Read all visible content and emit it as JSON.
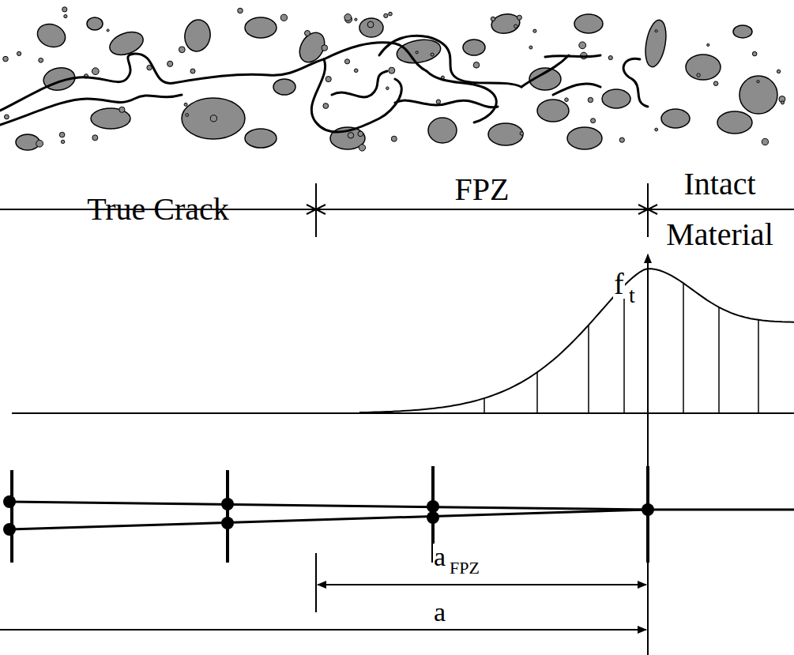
{
  "diagram": {
    "labels": [
      "True Crack",
      "FPZ",
      "Intact Material",
      "f",
      "t",
      "a",
      "FPZ",
      "a"
    ]
  }
}
